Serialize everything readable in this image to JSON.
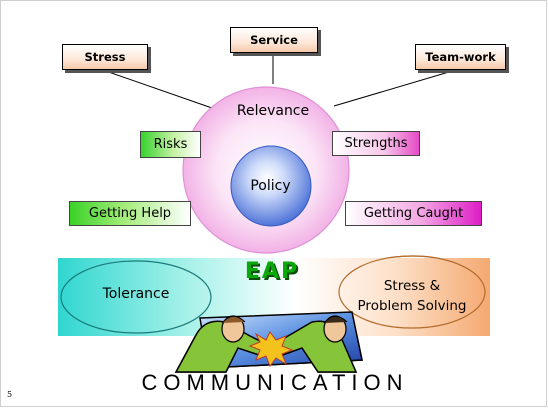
{
  "top_boxes": {
    "stress": "Stress",
    "service": "Service",
    "teamwork": "Team-work"
  },
  "circle": {
    "relevance": "Relevance",
    "policy": "Policy"
  },
  "side_labels": {
    "risks": "Risks",
    "strengths": "Strengths",
    "getting_help": "Getting Help",
    "getting_caught": "Getting Caught"
  },
  "eap_section": {
    "title": "EAP",
    "left_oval": "Tolerance",
    "right_oval_line1": "Stress &",
    "right_oval_line2": "Problem Solving"
  },
  "footer": {
    "communication": "COMMUNICATION",
    "page_number": "5"
  },
  "colors": {
    "green": "#36d230",
    "magenta": "#de1ec6",
    "cyan": "#30d6d0",
    "orange": "#f4a971",
    "policy_blue": "#5b82e0"
  }
}
